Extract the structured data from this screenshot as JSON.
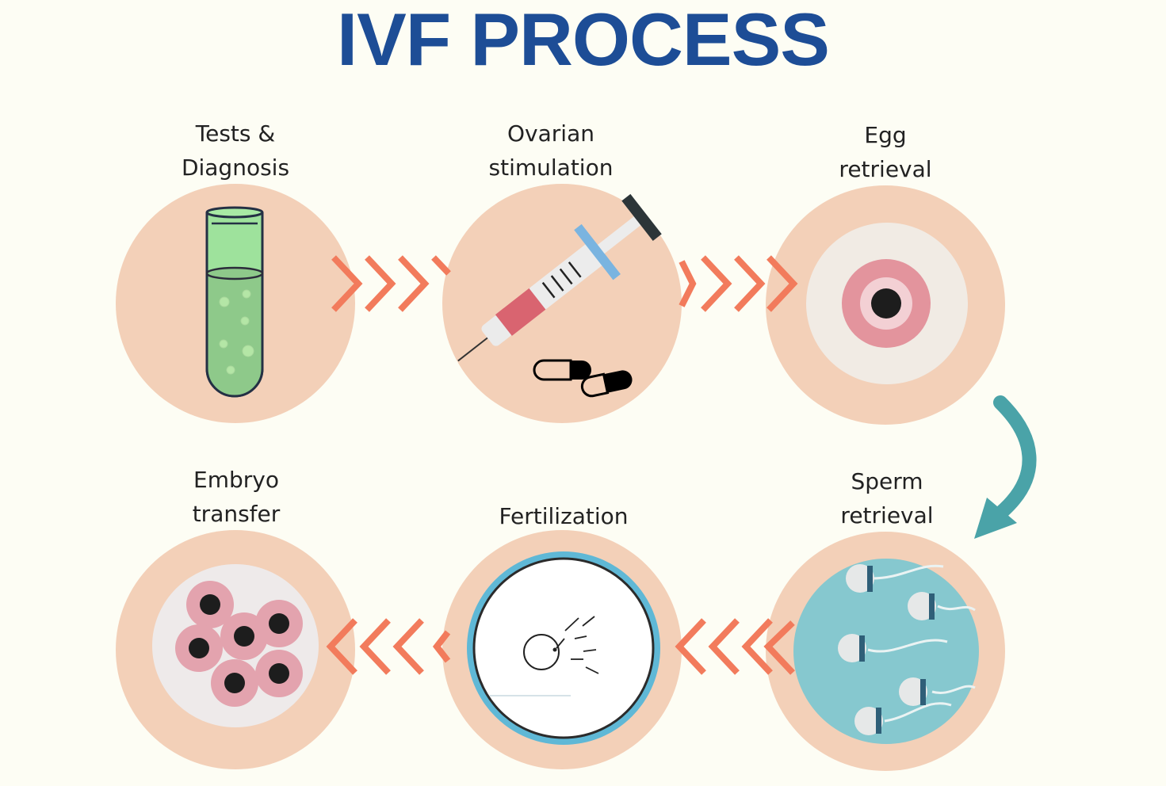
{
  "title": "IVF PROCESS",
  "steps": [
    {
      "order": 1,
      "label_line1": "Tests &",
      "label_line2": "Diagnosis",
      "icon": "test-tube-icon"
    },
    {
      "order": 2,
      "label_line1": "Ovarian",
      "label_line2": "stimulation",
      "icon": "syringe-pills-icon"
    },
    {
      "order": 3,
      "label_line1": "Egg",
      "label_line2": "retrieval",
      "icon": "egg-icon"
    },
    {
      "order": 4,
      "label_line1": "Sperm",
      "label_line2": "retrieval",
      "icon": "sperm-icon"
    },
    {
      "order": 5,
      "label_line1": "Fertilization",
      "label_line2": "",
      "icon": "fertilization-dish-icon"
    },
    {
      "order": 6,
      "label_line1": "Embryo",
      "label_line2": "transfer",
      "icon": "embryo-cells-icon"
    }
  ],
  "colors": {
    "title": "#1d4d96",
    "circle": "#f3d0b8",
    "chevron": "#f27b5c",
    "curved_arrow": "#4aa3a8",
    "background": "#fdfdf4"
  }
}
